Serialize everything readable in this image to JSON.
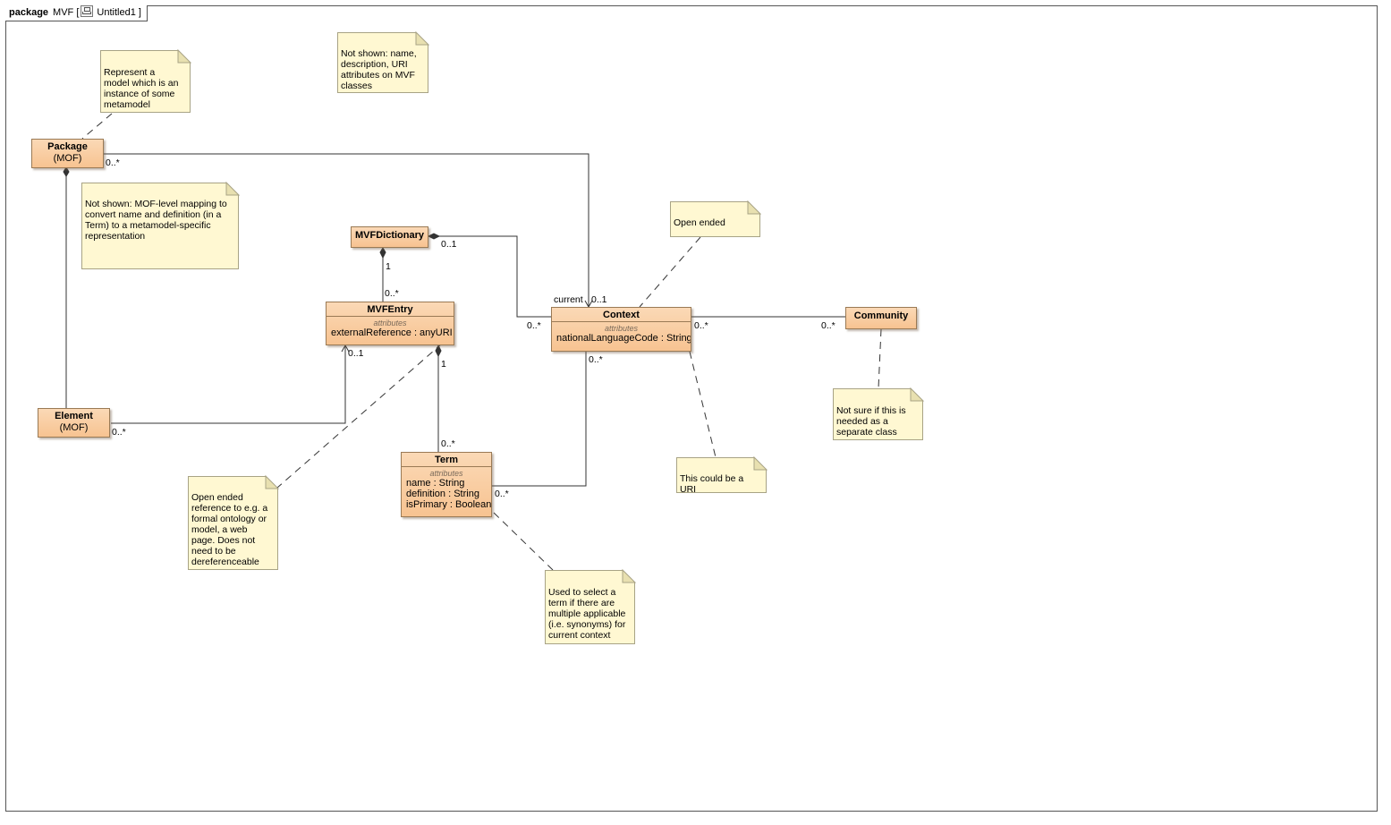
{
  "frame": {
    "keyword": "package",
    "name": "MVF",
    "diagram_name": "Untitled1",
    "diagram_icon": "class-diagram-icon"
  },
  "colors": {
    "class_fill_top": "#fbd9b6",
    "class_fill_bottom": "#f7c391",
    "note_fill": "#fff8d2",
    "line": "#333333"
  },
  "classes": {
    "package": {
      "name": "Package",
      "stereo": "(MOF)"
    },
    "element": {
      "name": "Element",
      "stereo": "(MOF)"
    },
    "mvfdictionary": {
      "name": "MVFDictionary"
    },
    "mvfentry": {
      "name": "MVFEntry",
      "caption": "attributes",
      "attributes": [
        "externalReference : anyURI"
      ]
    },
    "context": {
      "name": "Context",
      "caption": "attributes",
      "attributes": [
        "nationalLanguageCode : String"
      ]
    },
    "community": {
      "name": "Community"
    },
    "term": {
      "name": "Term",
      "caption": "attributes",
      "attributes": [
        "name : String",
        "definition : String",
        "isPrimary : Boolean"
      ]
    }
  },
  "notes": {
    "package_note": "Represent a model which is an instance of some metamodel",
    "not_shown_uri": "Not shown: name, description, URI attributes on MVF classes",
    "not_shown_mof": "Not shown: MOF-level mapping to convert name and definition (in a Term) to a metamodel-specific representation",
    "open_ended": "Open ended",
    "community_note": "Not sure if this is needed as a separate class",
    "uri_note": "This could be a URI",
    "reference_note": "Open ended reference to e.g. a formal ontology or model, a web page. Does not need to be dereferenceable",
    "primary_note": "Used to select a term if there are multiple applicable (i.e. synonyms) for current context"
  },
  "labels": {
    "pkg_ctx_many": "0..*",
    "dict_ctx_one": "0..1",
    "dict_entry_one": "1",
    "dict_entry_many": "0..*",
    "ctx_role": "current",
    "ctx_role_mult": "0..1",
    "ctx_dict_many": "0..*",
    "ctx_comm_many": "0..*",
    "comm_ctx_many": "0..*",
    "ctx_term_many": "0..*",
    "entry_elem_one": "0..1",
    "elem_entry_many": "0..*",
    "entry_term_one": "1",
    "term_entry_many": "0..*",
    "term_ctx_many": "0..*"
  }
}
